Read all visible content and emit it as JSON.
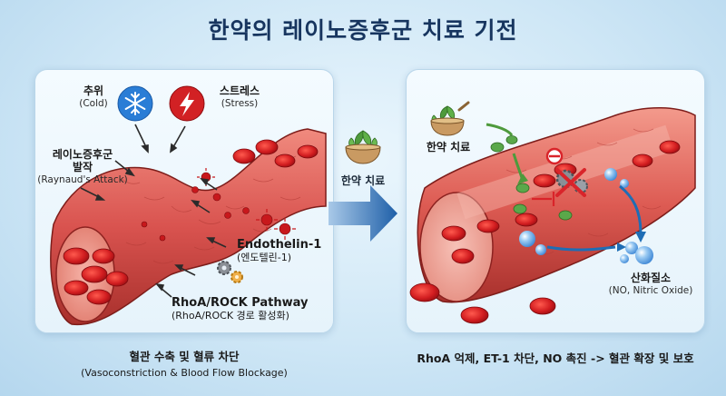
{
  "title": "한약의 레이노증후군 치료 기전",
  "left_panel": {
    "cold": {
      "ko": "추위",
      "en": "(Cold)"
    },
    "stress": {
      "ko": "스트레스",
      "en": "(Stress)"
    },
    "raynaud": {
      "ko_line1": "레이노증후군",
      "ko_line2": "발작",
      "en": "(Raynaud's Attack)"
    },
    "endothelin": {
      "label": "Endothelin-1",
      "ko": "(엔도텔린-1)"
    },
    "rhoa": {
      "label": "RhoA/ROCK Pathway",
      "ko": "(RhoA/ROCK 경로 활성화)"
    },
    "caption": {
      "ko": "혈관 수축 및 혈류 차단",
      "en": "(Vasoconstriction & Blood Flow Blockage)"
    }
  },
  "middle": {
    "herbal_label": "한약 치료"
  },
  "right_panel": {
    "herbal_label": "한약 치료",
    "no": {
      "ko": "산화질소",
      "en": "(NO, Nitric Oxide)"
    },
    "caption": {
      "ko": "RhoA 억제, ET-1 차단, NO 촉진 -> 혈관 확장 및 보호"
    }
  },
  "colors": {
    "title": "#17355f",
    "vessel_wall": "#d9534f",
    "blood_cell": "#c8141c",
    "herb_green": "#4e9a3c",
    "no_bubble": "#5aa5e6",
    "flow_arrow": "#1e6db5"
  },
  "icons": [
    "snowflake-icon",
    "lightning-icon",
    "mortar-herb-icon",
    "gear-icon",
    "no-bubble-icon",
    "prohibit-icon"
  ]
}
